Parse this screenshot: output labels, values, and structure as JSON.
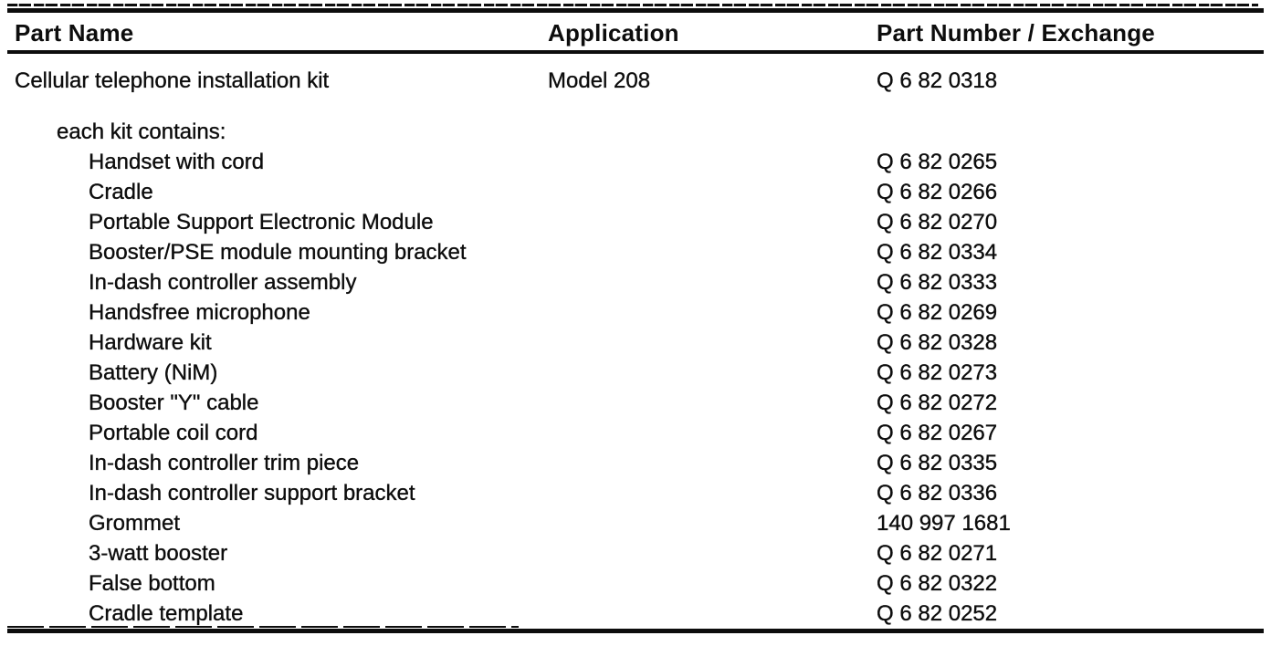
{
  "document": {
    "type": "scanned parts table",
    "ink_color": "#0d0d0d",
    "paper_color": "#ffffff"
  },
  "table": {
    "columns": [
      {
        "label": "Part Name"
      },
      {
        "label": "Application"
      },
      {
        "label": "Part Number / Exchange"
      }
    ],
    "rows": [
      {
        "part_name": "Cellular telephone installation kit",
        "application": "Model 208",
        "part_number": "Q 6 82 0318",
        "indent": 0,
        "group_start": false
      },
      {
        "part_name": "each kit contains:",
        "application": "",
        "part_number": "",
        "indent": 1,
        "group_start": true
      },
      {
        "part_name": "Handset with cord",
        "application": "",
        "part_number": "Q 6 82 0265",
        "indent": 2,
        "group_start": false
      },
      {
        "part_name": "Cradle",
        "application": "",
        "part_number": "Q 6 82 0266",
        "indent": 2,
        "group_start": false
      },
      {
        "part_name": "Portable Support Electronic Module",
        "application": "",
        "part_number": "Q 6 82 0270",
        "indent": 2,
        "group_start": false
      },
      {
        "part_name": "Booster/PSE module mounting bracket",
        "application": "",
        "part_number": "Q 6 82 0334",
        "indent": 2,
        "group_start": false
      },
      {
        "part_name": "In-dash controller assembly",
        "application": "",
        "part_number": "Q 6 82 0333",
        "indent": 2,
        "group_start": false
      },
      {
        "part_name": "Handsfree microphone",
        "application": "",
        "part_number": "Q 6 82 0269",
        "indent": 2,
        "group_start": false
      },
      {
        "part_name": "Hardware kit",
        "application": "",
        "part_number": "Q 6 82 0328",
        "indent": 2,
        "group_start": false
      },
      {
        "part_name": "Battery (NiM)",
        "application": "",
        "part_number": "Q 6 82 0273",
        "indent": 2,
        "group_start": false
      },
      {
        "part_name": "Booster \"Y\" cable",
        "application": "",
        "part_number": "Q 6 82 0272",
        "indent": 2,
        "group_start": false
      },
      {
        "part_name": "Portable coil cord",
        "application": "",
        "part_number": "Q 6 82 0267",
        "indent": 2,
        "group_start": false
      },
      {
        "part_name": "In-dash controller trim piece",
        "application": "",
        "part_number": "Q 6 82 0335",
        "indent": 2,
        "group_start": false
      },
      {
        "part_name": "In-dash controller support bracket",
        "application": "",
        "part_number": "Q 6 82 0336",
        "indent": 2,
        "group_start": false
      },
      {
        "part_name": "Grommet",
        "application": "",
        "part_number": "140 997 1681",
        "indent": 2,
        "group_start": false
      },
      {
        "part_name": "3-watt booster",
        "application": "",
        "part_number": "Q 6 82 0271",
        "indent": 2,
        "group_start": false
      },
      {
        "part_name": "False bottom",
        "application": "",
        "part_number": "Q 6 82 0322",
        "indent": 2,
        "group_start": false
      },
      {
        "part_name": "Cradle template",
        "application": "",
        "part_number": "Q 6 82 0252",
        "indent": 2,
        "group_start": false
      }
    ]
  }
}
